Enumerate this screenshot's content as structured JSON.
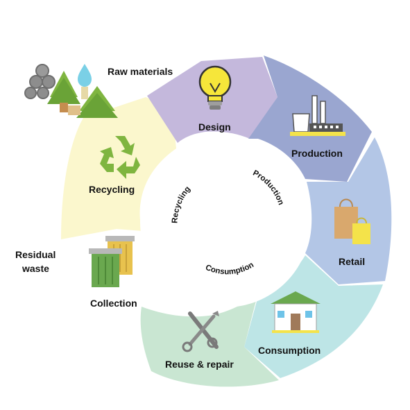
{
  "stages": {
    "raw_materials": "Raw materials",
    "design": "Design",
    "production": "Production",
    "retail": "Retail",
    "consumption": "Consumption",
    "reuse_repair": "Reuse & repair",
    "collection": "Collection",
    "recycling": "Recycling",
    "residual_waste_line1": "Residual",
    "residual_waste_line2": "waste"
  },
  "inner_loop": {
    "recycling": "Recycling",
    "production": "Production",
    "consumption": "Consumption"
  },
  "colors": {
    "design": "#c4b8dc",
    "production": "#9aa6d0",
    "retail": "#b3c6e6",
    "consumption": "#bde5e6",
    "reuse_repair": "#c9e6d2",
    "recycling": "#fbf7cd",
    "icon_green": "#7fb540",
    "bulb_yellow": "#f6e63a",
    "bag_tan": "#d9a86d",
    "bag_yellow": "#f4e34a",
    "bin_green": "#6aa84f",
    "bin_yellow": "#e8c24e"
  },
  "icons": [
    "logs-icon",
    "tree-icon",
    "water-drop-icon",
    "lightbulb-icon",
    "factory-icon",
    "shopping-bags-icon",
    "house-icon",
    "tools-icon",
    "trash-bins-icon",
    "recycle-icon"
  ]
}
